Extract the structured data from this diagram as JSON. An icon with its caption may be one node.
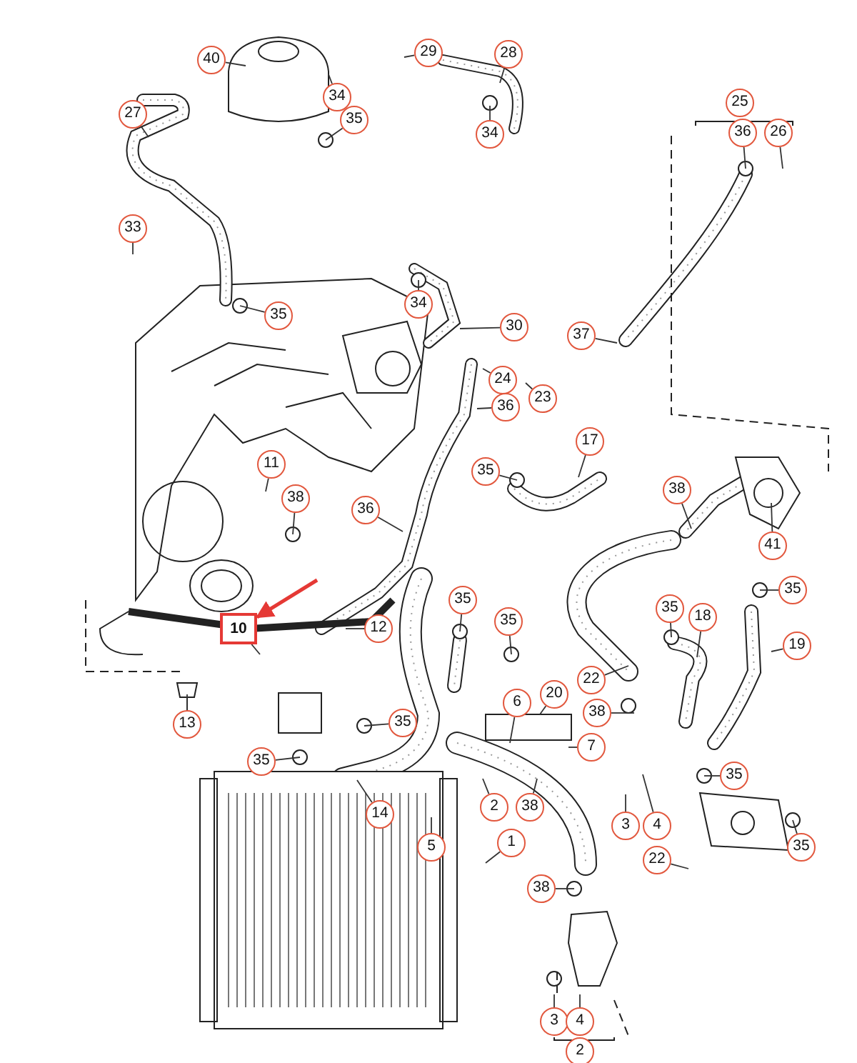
{
  "diagram": {
    "nodes": [
      {
        "text": [
          "40"
        ]
      },
      {
        "text": [
          "29"
        ]
      },
      {
        "text": [
          "28"
        ]
      },
      {
        "text": [
          "34"
        ]
      },
      {
        "text": [
          "35"
        ]
      },
      {
        "text": [
          "27"
        ]
      },
      {
        "text": [
          "34"
        ]
      },
      {
        "text": [
          "25"
        ]
      },
      {
        "text": [
          "36"
        ]
      },
      {
        "text": [
          "26"
        ]
      },
      {
        "text": [
          "33"
        ]
      },
      {
        "text": [
          "35"
        ]
      },
      {
        "text": [
          "34"
        ]
      },
      {
        "text": [
          "30"
        ]
      },
      {
        "text": [
          "37"
        ]
      },
      {
        "text": [
          "24"
        ]
      },
      {
        "text": [
          "23"
        ]
      },
      {
        "text": [
          "36"
        ]
      },
      {
        "text": [
          "17"
        ]
      },
      {
        "text": [
          "11"
        ]
      },
      {
        "text": [
          "35"
        ]
      },
      {
        "text": [
          "38"
        ]
      },
      {
        "text": [
          "36"
        ]
      },
      {
        "text": [
          "38"
        ]
      },
      {
        "text": [
          "41"
        ]
      },
      {
        "text": [
          "35"
        ]
      },
      {
        "text": [
          "35"
        ]
      },
      {
        "text": [
          "10"
        ]
      },
      {
        "text": [
          "12"
        ]
      },
      {
        "text": [
          "35"
        ]
      },
      {
        "text": [
          "35"
        ]
      },
      {
        "text": [
          "18"
        ]
      },
      {
        "text": [
          "19"
        ]
      },
      {
        "text": [
          "22"
        ]
      },
      {
        "text": [
          "20"
        ]
      },
      {
        "text": [
          "38"
        ]
      },
      {
        "text": [
          "6"
        ]
      },
      {
        "text": [
          "13"
        ]
      },
      {
        "text": [
          "35"
        ]
      },
      {
        "text": [
          "7"
        ]
      },
      {
        "text": [
          "35"
        ]
      },
      {
        "text": [
          "35"
        ]
      },
      {
        "text": [
          "14"
        ]
      },
      {
        "text": [
          "2"
        ]
      },
      {
        "text": [
          "38"
        ]
      },
      {
        "text": [
          "3"
        ]
      },
      {
        "text": [
          "4"
        ]
      },
      {
        "text": [
          "1"
        ]
      },
      {
        "text": [
          "5"
        ]
      },
      {
        "text": [
          "22"
        ]
      },
      {
        "text": [
          "35"
        ]
      },
      {
        "text": [
          "38"
        ]
      },
      {
        "text": [
          "3"
        ]
      },
      {
        "text": [
          "4"
        ]
      },
      {
        "text": [
          "2"
        ]
      }
    ],
    "edges": [
      {
        "from": 0,
        "to": null,
        "arrow": "none"
      },
      {
        "from": 1,
        "to": null,
        "arrow": "none"
      },
      {
        "from": 2,
        "to": null,
        "arrow": "none"
      },
      {
        "from": 3,
        "to": null,
        "arrow": "none"
      },
      {
        "from": 4,
        "to": null,
        "arrow": "none"
      },
      {
        "from": 5,
        "to": null,
        "arrow": "none"
      },
      {
        "from": 6,
        "to": null,
        "arrow": "none"
      },
      {
        "from": 8,
        "to": null,
        "arrow": "none"
      },
      {
        "from": 9,
        "to": null,
        "arrow": "none"
      },
      {
        "from": 10,
        "to": null,
        "arrow": "none"
      },
      {
        "from": 11,
        "to": null,
        "arrow": "none"
      },
      {
        "from": 12,
        "to": null,
        "arrow": "none"
      },
      {
        "from": 13,
        "to": null,
        "arrow": "none"
      },
      {
        "from": 14,
        "to": null,
        "arrow": "none"
      },
      {
        "from": 15,
        "to": null,
        "arrow": "none"
      },
      {
        "from": 16,
        "to": null,
        "arrow": "none"
      },
      {
        "from": 17,
        "to": null,
        "arrow": "none"
      },
      {
        "from": 18,
        "to": null,
        "arrow": "none"
      },
      {
        "from": 19,
        "to": null,
        "arrow": "none"
      },
      {
        "from": 20,
        "to": null,
        "arrow": "none"
      },
      {
        "from": 21,
        "to": null,
        "arrow": "none"
      },
      {
        "from": 22,
        "to": null,
        "arrow": "none"
      },
      {
        "from": 23,
        "to": null,
        "arrow": "none"
      },
      {
        "from": 24,
        "to": null,
        "arrow": "none"
      },
      {
        "from": 25,
        "to": null,
        "arrow": "none"
      },
      {
        "from": 26,
        "to": null,
        "arrow": "none"
      },
      {
        "from": 27,
        "to": null,
        "arrow": "none"
      },
      {
        "from": 28,
        "to": null,
        "arrow": "none"
      },
      {
        "from": 29,
        "to": null,
        "arrow": "none"
      },
      {
        "from": 30,
        "to": null,
        "arrow": "none"
      },
      {
        "from": 31,
        "to": null,
        "arrow": "none"
      },
      {
        "from": 32,
        "to": null,
        "arrow": "none"
      },
      {
        "from": 33,
        "to": null,
        "arrow": "none"
      },
      {
        "from": 34,
        "to": null,
        "arrow": "none"
      },
      {
        "from": 35,
        "to": null,
        "arrow": "none"
      },
      {
        "from": 36,
        "to": null,
        "arrow": "none"
      },
      {
        "from": 37,
        "to": null,
        "arrow": "none"
      },
      {
        "from": 38,
        "to": null,
        "arrow": "none"
      },
      {
        "from": 39,
        "to": null,
        "arrow": "none"
      },
      {
        "from": 40,
        "to": null,
        "arrow": "none"
      },
      {
        "from": 41,
        "to": null,
        "arrow": "none"
      },
      {
        "from": 42,
        "to": null,
        "arrow": "none"
      },
      {
        "from": 43,
        "to": null,
        "arrow": "none"
      },
      {
        "from": 44,
        "to": null,
        "arrow": "none"
      },
      {
        "from": 45,
        "to": null,
        "arrow": "none"
      },
      {
        "from": 46,
        "to": null,
        "arrow": "none"
      },
      {
        "from": 47,
        "to": null,
        "arrow": "none"
      },
      {
        "from": 48,
        "to": null,
        "arrow": "none"
      },
      {
        "from": 49,
        "to": null,
        "arrow": "none"
      },
      {
        "from": 50,
        "to": null,
        "arrow": "none"
      },
      {
        "from": 51,
        "to": null,
        "arrow": "none"
      },
      {
        "from": 52,
        "to": null,
        "arrow": "none"
      },
      {
        "from": 53,
        "to": null,
        "arrow": "none"
      },
      {
        "from": null,
        "to": 27,
        "arrow": "to",
        "style": "thick",
        "color": "#e53935"
      }
    ]
  }
}
